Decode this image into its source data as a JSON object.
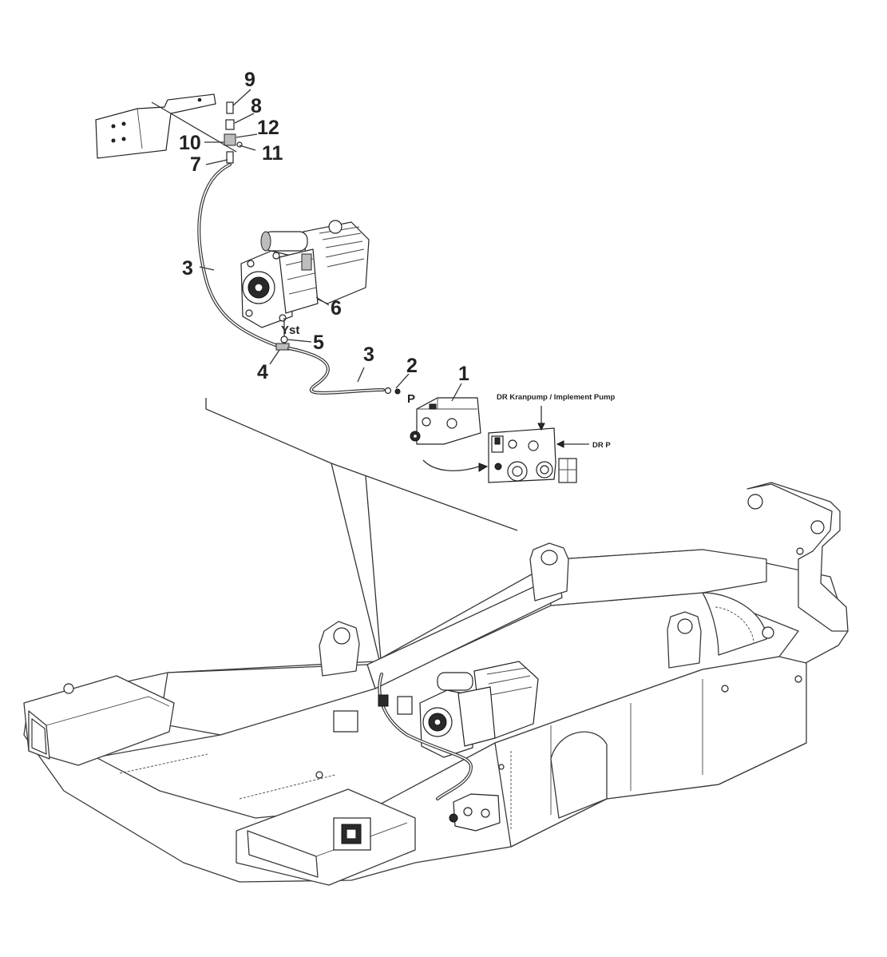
{
  "callouts": {
    "c1": "1",
    "c2": "2",
    "c3a": "3",
    "c3b": "3",
    "c4": "4",
    "c5": "5",
    "c6": "6",
    "c7": "7",
    "c8": "8",
    "c9": "9",
    "c10": "10",
    "c11": "11",
    "c12": "12"
  },
  "labels": {
    "port_yst": "Yst",
    "port_p": "P",
    "dr_implement_pump": "DR Kranpump / Implement Pump",
    "dr_p": "DR P"
  },
  "colors": {
    "ink": "#222222",
    "background": "#ffffff"
  }
}
